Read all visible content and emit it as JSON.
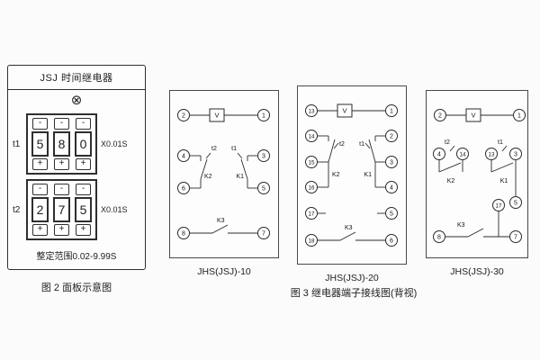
{
  "figure2": {
    "title": "JSJ  时间继电器",
    "lamp_symbol": "⊗",
    "minus": "-",
    "plus": "+",
    "rows": [
      {
        "label": "t1",
        "digits": [
          "5",
          "8",
          "0"
        ],
        "multiplier": "X0.01S"
      },
      {
        "label": "t2",
        "digits": [
          "2",
          "7",
          "5"
        ],
        "multiplier": "X0.01S"
      }
    ],
    "range": "整定范围0.02-9.99S",
    "caption": "图 2 面板示意图"
  },
  "figure3": {
    "caption": "图 3 继电器端子接线图(背视)",
    "d10": {
      "name": "JHS(JSJ)-10",
      "v": "V",
      "t": {
        "tl": "2",
        "tr": "1",
        "ml": "4",
        "mr": "3",
        "bl2": "6",
        "br2": "5",
        "kl": "8",
        "kr": "7"
      },
      "lb": {
        "t2": "t2",
        "t1": "t1",
        "k2": "K2",
        "k1": "K1",
        "k3": "K3"
      }
    },
    "d20": {
      "name": "JHS(JSJ)-20",
      "v": "V",
      "left": [
        "13",
        "14",
        "15",
        "16",
        "17",
        "18"
      ],
      "right": [
        "1",
        "2",
        "3",
        "4",
        "5",
        "6"
      ],
      "lb": {
        "t2": "t2",
        "t1": "t1",
        "k2": "K2",
        "k1": "K1",
        "k3": "K3"
      }
    },
    "d30": {
      "name": "JHS(JSJ)-30",
      "v": "V",
      "t": {
        "tl": "2",
        "tr": "1",
        "p1": "4",
        "p2": "14",
        "p3": "13",
        "p4": "3",
        "m5": "5",
        "m17": "17",
        "bl": "8",
        "br": "7"
      },
      "lb": {
        "t2": "t2",
        "t1": "t1",
        "k2": "K2",
        "k1": "K1",
        "k3": "K3"
      }
    }
  }
}
